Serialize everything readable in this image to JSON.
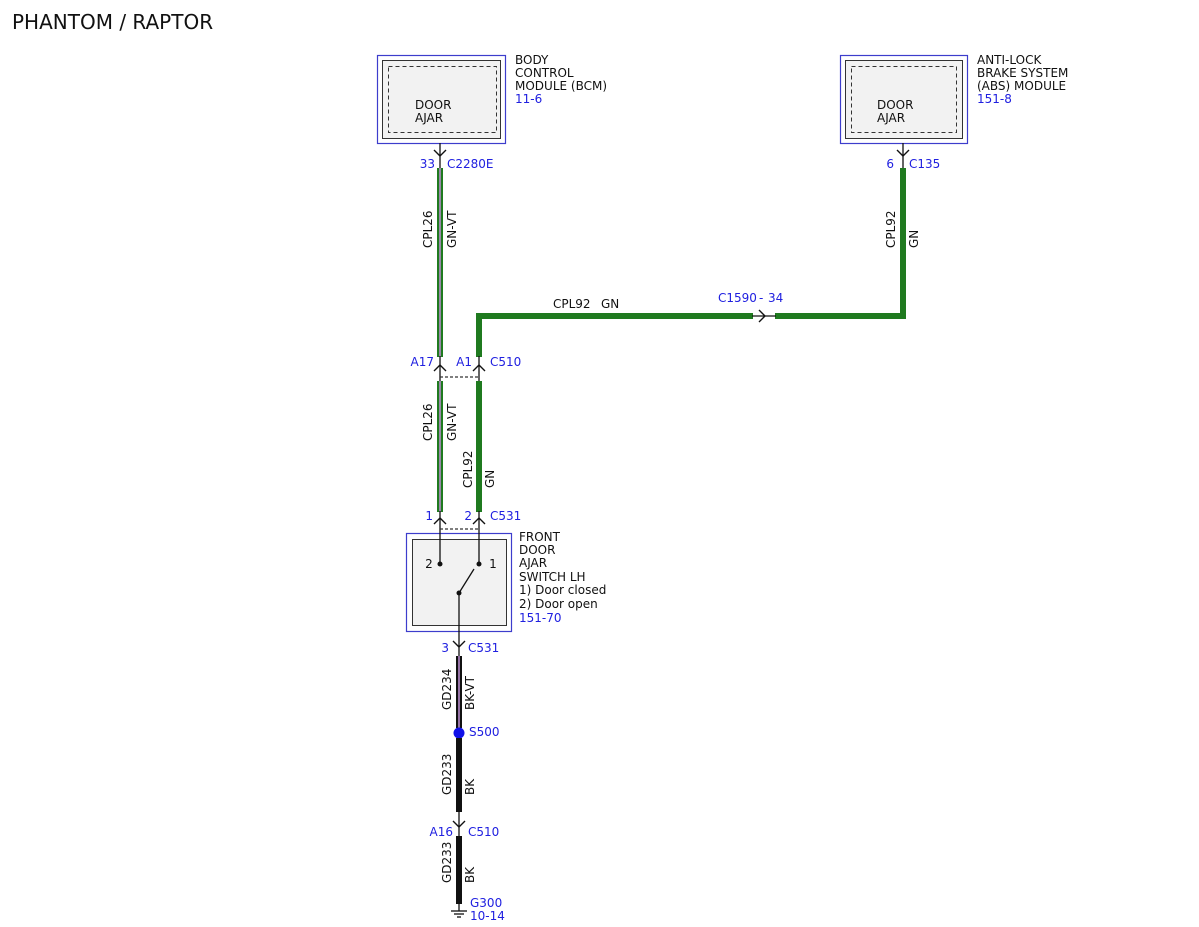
{
  "title": "PHANTOM / RAPTOR",
  "colors": {
    "reference_text": "#2020e0",
    "component_outline": "#3d3dcc",
    "component_fill": "#f2f2f2",
    "splice": "#1010e8",
    "wire_GN": "#1f7a1f",
    "wire_VT": "#b88ccc",
    "wire_BK": "#111111"
  },
  "components": {
    "bcm": {
      "name_lines": [
        "BODY",
        "CONTROL",
        "MODULE (BCM)"
      ],
      "page_ref": "11-6",
      "function_lines": [
        "DOOR",
        "AJAR"
      ]
    },
    "abs": {
      "name_lines": [
        "ANTI-LOCK",
        "BRAKE SYSTEM",
        "(ABS) MODULE"
      ],
      "page_ref": "151-8",
      "function_lines": [
        "DOOR",
        "AJAR"
      ]
    },
    "door_switch": {
      "name_lines": [
        "FRONT",
        "DOOR",
        "AJAR",
        "SWITCH LH"
      ],
      "states": [
        "1) Door closed",
        "2) Door open"
      ],
      "page_ref": "151-70",
      "terminals": [
        "2",
        "1"
      ]
    }
  },
  "connectors": {
    "bcm": {
      "pin": "33",
      "id": "C2280E"
    },
    "abs": {
      "pin": "6",
      "id": "C135"
    },
    "inline": {
      "id": "C1590",
      "separator": "-",
      "pin": "34"
    },
    "c510_upper": {
      "pins": [
        "A17",
        "A1"
      ],
      "id": "C510"
    },
    "c531_upper": {
      "pins": [
        "1",
        "2"
      ],
      "id": "C531"
    },
    "c531_lower": {
      "pin": "3",
      "id": "C531"
    },
    "c510_lower": {
      "pin": "A16",
      "id": "C510"
    }
  },
  "wires": [
    {
      "circuit": "CPL26",
      "color": "GN-VT"
    },
    {
      "circuit": "CPL92",
      "color": "GN"
    },
    {
      "circuit": "CPL92",
      "color": "GN"
    },
    {
      "circuit": "CPL26",
      "color": "GN-VT"
    },
    {
      "circuit": "CPL92",
      "color": "GN"
    },
    {
      "circuit": "GD234",
      "color": "BK-VT"
    },
    {
      "circuit": "GD233",
      "color": "BK"
    },
    {
      "circuit": "GD233",
      "color": "BK"
    }
  ],
  "splice": {
    "id": "S500"
  },
  "ground": {
    "id": "G300",
    "page_ref": "10-14"
  }
}
